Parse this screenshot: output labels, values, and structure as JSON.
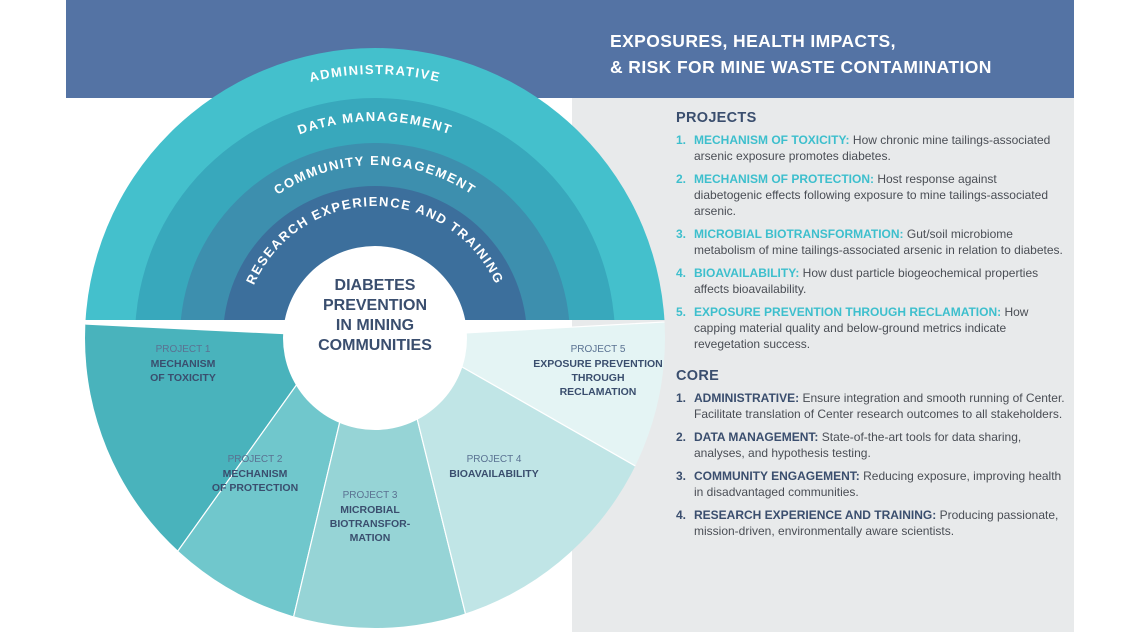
{
  "header": {
    "title_line1": "EXPOSURES, HEALTH IMPACTS,",
    "title_line2": "& RISK FOR MINE WASTE CONTAMINATION"
  },
  "rings": [
    {
      "label": "ADMINISTRATIVE",
      "color": "#44c0cc"
    },
    {
      "label": "DATA MANAGEMENT",
      "color": "#38a8bc"
    },
    {
      "label": "COMMUNITY ENGAGEMENT",
      "color": "#3d8fae"
    },
    {
      "label": "RESEARCH EXPERIENCE AND TRAINING",
      "color": "#3c6f9c"
    }
  ],
  "center": {
    "lines": [
      "DIABETES",
      "PREVENTION",
      "IN MINING",
      "COMMUNITIES"
    ],
    "color": "#3a4e6e"
  },
  "segments": [
    {
      "project": "PROJECT 1",
      "lines": [
        "MECHANISM",
        "OF TOXICITY"
      ],
      "color": "#49b3bc"
    },
    {
      "project": "PROJECT 2",
      "lines": [
        "MECHANISM",
        "OF PROTECTION"
      ],
      "color": "#70c7cc"
    },
    {
      "project": "PROJECT 3",
      "lines": [
        "MICROBIAL",
        "BIOTRANSFOR-",
        "MATION"
      ],
      "color": "#96d4d6"
    },
    {
      "project": "PROJECT 4",
      "lines": [
        "BIOAVAILABILITY"
      ],
      "color": "#c0e5e6"
    },
    {
      "project": "PROJECT 5",
      "lines": [
        "EXPOSURE PREVENTION",
        "THROUGH",
        "RECLAMATION"
      ],
      "color": "#e4f4f4"
    }
  ],
  "projects": {
    "heading": "PROJECTS",
    "items": [
      {
        "num": "1.",
        "title": "MECHANISM OF TOXICITY:",
        "text": " How chronic mine tailings-associated arsenic exposure promotes diabetes."
      },
      {
        "num": "2.",
        "title": "MECHANISM OF PROTECTION:",
        "text": " Host response against diabetogenic effects following exposure to mine tailings-associated arsenic."
      },
      {
        "num": "3.",
        "title": "MICROBIAL BIOTRANSFORMATION:",
        "text": " Gut/soil microbiome metabolism of mine tailings-associated arsenic in relation to diabetes."
      },
      {
        "num": "4.",
        "title": "BIOAVAILABILITY:",
        "text": " How dust particle biogeochemical properties affects bioavailability."
      },
      {
        "num": "5.",
        "title": "EXPOSURE PREVENTION THROUGH RECLAMATION:",
        "text": " How capping material quality and below-ground metrics indicate revegetation success."
      }
    ]
  },
  "core": {
    "heading": "CORE",
    "items": [
      {
        "num": "1.",
        "title": "ADMINISTRATIVE:",
        "text": " Ensure integration and smooth running of Center. Facilitate translation of Center research outcomes to all stakeholders."
      },
      {
        "num": "2.",
        "title": "DATA MANAGEMENT:",
        "text": " State-of-the-art tools for data sharing, analyses, and hypothesis testing."
      },
      {
        "num": "3.",
        "title": "COMMUNITY ENGAGEMENT:",
        "text": " Reducing exposure, improving health in disadvantaged communities."
      },
      {
        "num": "4.",
        "title": "RESEARCH EXPERIENCE AND TRAINING:",
        "text": " Producing passionate, mission-driven, environmentally aware scientists."
      }
    ]
  }
}
